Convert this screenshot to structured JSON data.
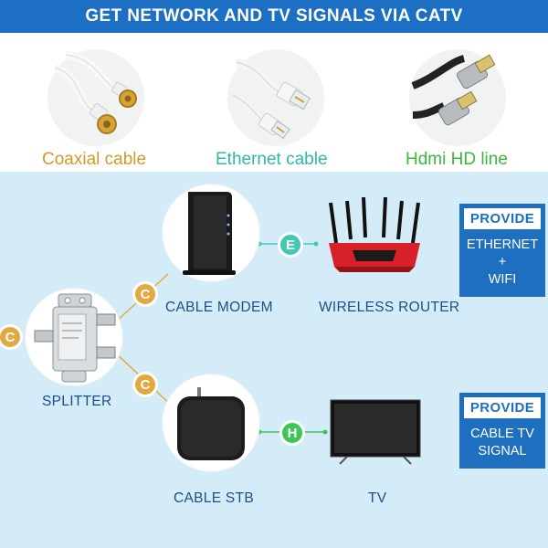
{
  "header": {
    "title": "GET NETWORK AND TV SIGNALS VIA CATV"
  },
  "cables": [
    {
      "label": "Coaxial cable",
      "color": "#d29a2c",
      "icon": "coaxial-cable-icon"
    },
    {
      "label": "Ethernet cable",
      "color": "#33b7a5",
      "icon": "ethernet-cable-icon"
    },
    {
      "label": "Hdmi HD line",
      "color": "#3cb73c",
      "icon": "hdmi-cable-icon"
    }
  ],
  "nodes": {
    "splitter": "SPLITTER",
    "modem": "CABLE MODEM",
    "router": "WIRELESS ROUTER",
    "stb": "CABLE STB",
    "tv": "TV"
  },
  "badges": {
    "coaxial": "C",
    "ethernet": "E",
    "hdmi": "H"
  },
  "provide": [
    {
      "heading": "PROVIDE",
      "line1": "ETHERNET",
      "line2": "+",
      "line3": "WIFI"
    },
    {
      "heading": "PROVIDE",
      "line1": "CABLE TV",
      "line2": "SIGNAL",
      "line3": ""
    }
  ],
  "colors": {
    "header_bg": "#1c6fc2",
    "diagram_bg": "#d4ecf8",
    "coax_line": "#e2a941",
    "ethernet_line": "#42c9b6",
    "hdmi_line": "#3fc556",
    "label_text": "#1d4e89"
  }
}
